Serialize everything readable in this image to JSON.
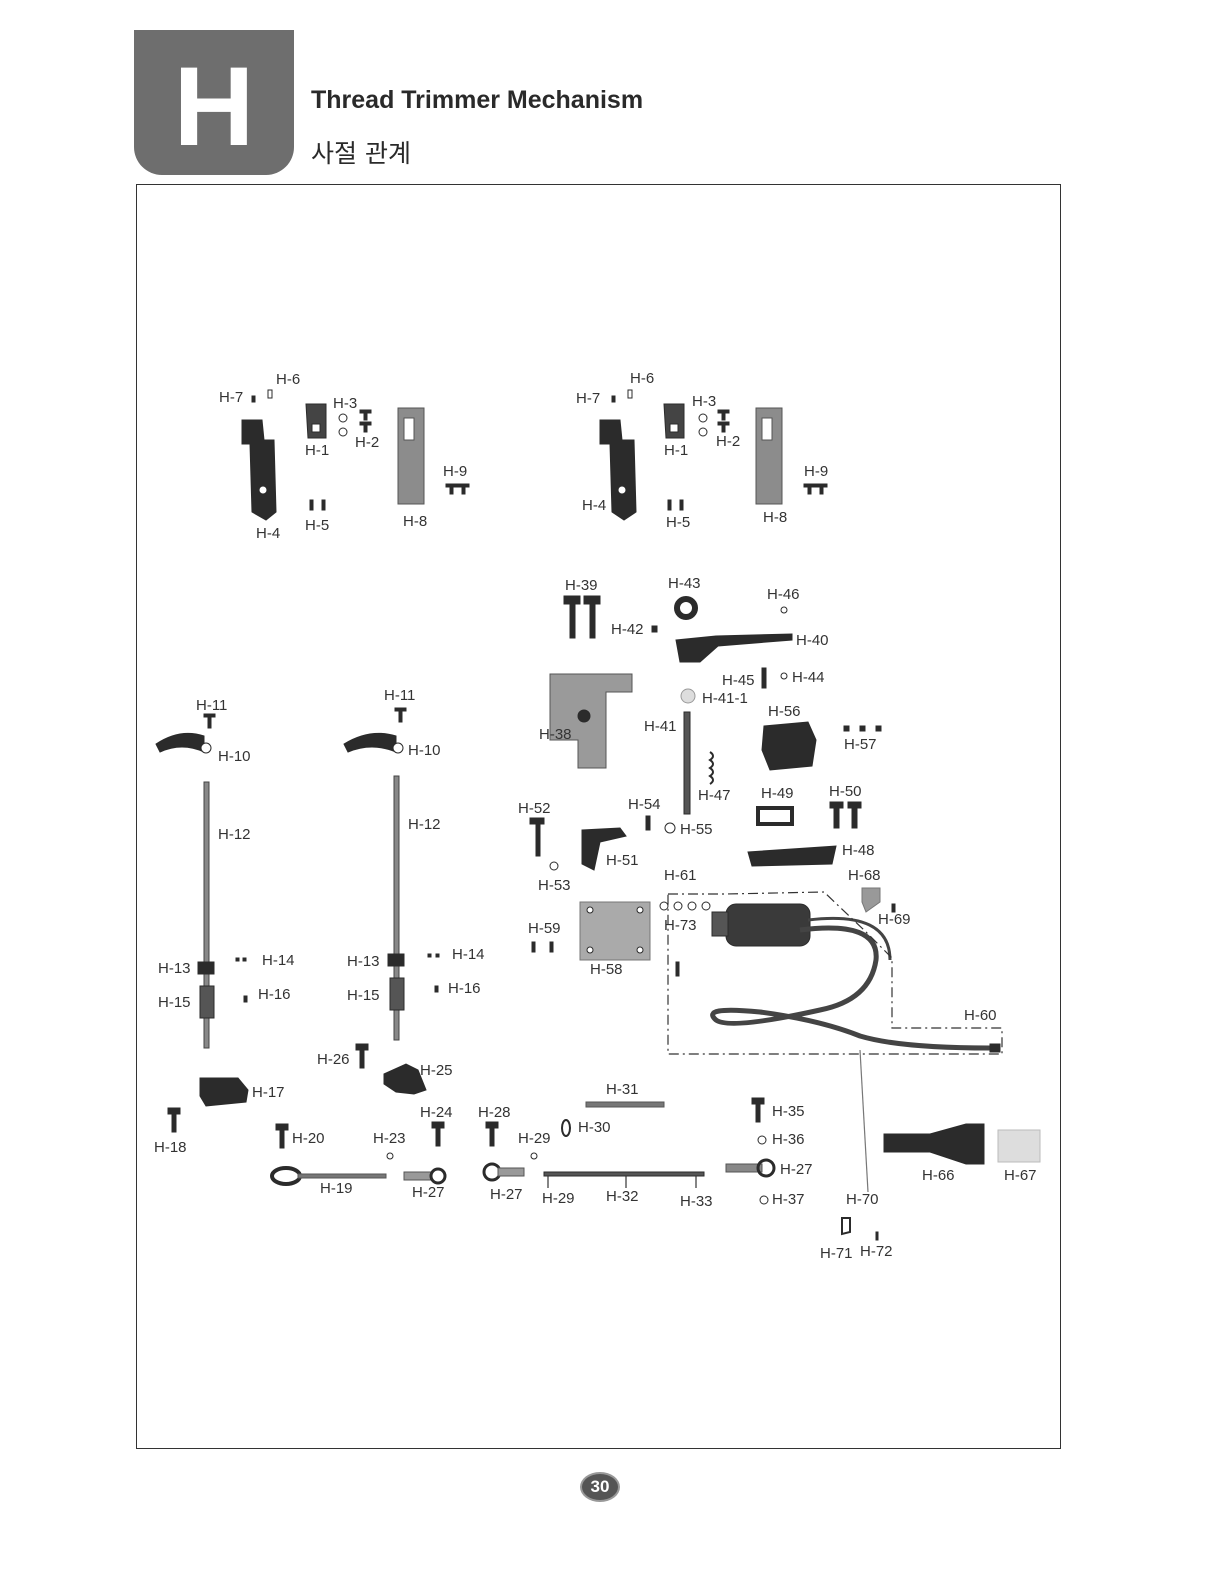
{
  "header": {
    "section_letter": "H",
    "title": "Thread Trimmer Mechanism",
    "subtitle": "사절 관계"
  },
  "page_number": "30",
  "parts": [
    "H-1",
    "H-2",
    "H-3",
    "H-4",
    "H-5",
    "H-6",
    "H-7",
    "H-8",
    "H-9",
    "H-10",
    "H-11",
    "H-12",
    "H-13",
    "H-14",
    "H-15",
    "H-16",
    "H-17",
    "H-18",
    "H-19",
    "H-20",
    "H-23",
    "H-24",
    "H-25",
    "H-26",
    "H-27",
    "H-28",
    "H-29",
    "H-30",
    "H-31",
    "H-32",
    "H-33",
    "H-35",
    "H-36",
    "H-37",
    "H-38",
    "H-39",
    "H-40",
    "H-41",
    "H-41-1",
    "H-42",
    "H-43",
    "H-44",
    "H-45",
    "H-46",
    "H-47",
    "H-48",
    "H-49",
    "H-50",
    "H-51",
    "H-52",
    "H-53",
    "H-54",
    "H-55",
    "H-56",
    "H-57",
    "H-58",
    "H-59",
    "H-60",
    "H-61",
    "H-66",
    "H-67",
    "H-68",
    "H-69",
    "H-70",
    "H-71",
    "H-72",
    "H-73"
  ]
}
